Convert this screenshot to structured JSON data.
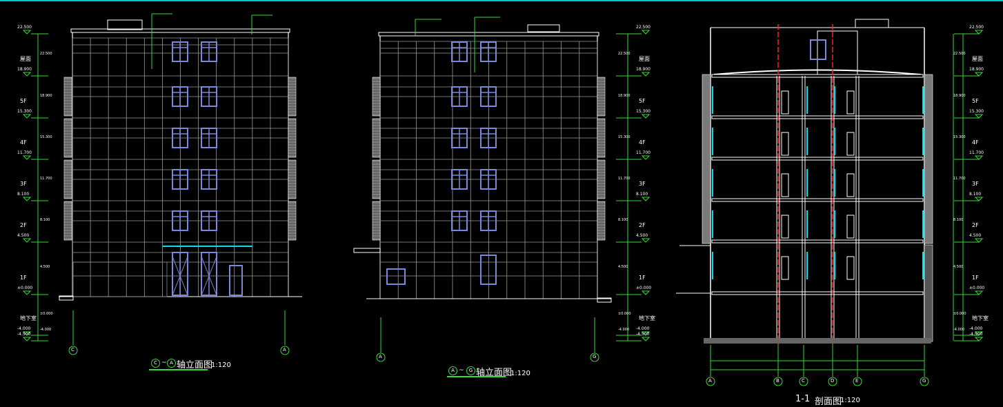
{
  "drawings": [
    {
      "title": "C~A轴立面图",
      "title_axes": [
        "C",
        "A"
      ],
      "title_suffix": "轴立面图",
      "scale": "1:120",
      "axes": [
        "C",
        "A"
      ]
    },
    {
      "title": "A~G轴立面图",
      "title_axes": [
        "A",
        "G"
      ],
      "title_suffix": "轴立面图",
      "scale": "1:120",
      "axes": [
        "A",
        "G"
      ]
    },
    {
      "title": "1-1 剖面图",
      "title_prefix": "1-1",
      "title_suffix": "剖面图",
      "scale": "1:120",
      "axes": [
        "A",
        "B",
        "C",
        "D",
        "E",
        "G"
      ]
    }
  ],
  "levels": [
    {
      "floor": "",
      "value": "22.500"
    },
    {
      "floor": "屋面",
      "value": "18.900"
    },
    {
      "floor": "5F",
      "value": "15.300"
    },
    {
      "floor": "4F",
      "value": "11.700"
    },
    {
      "floor": "3F",
      "value": "8.100"
    },
    {
      "floor": "2F",
      "value": "4.500"
    },
    {
      "floor": "1F",
      "value": "±0.000"
    },
    {
      "floor": "地下室",
      "value": "-4.000"
    },
    {
      "floor": "",
      "value": "-4.500"
    }
  ],
  "colors": {
    "dim": "#33dd33",
    "window": "#7a88dd",
    "grid": "#9a9a9a",
    "axis_red": "#ff2020",
    "glass": "#00e0f0",
    "topline": "#00c8d0"
  }
}
